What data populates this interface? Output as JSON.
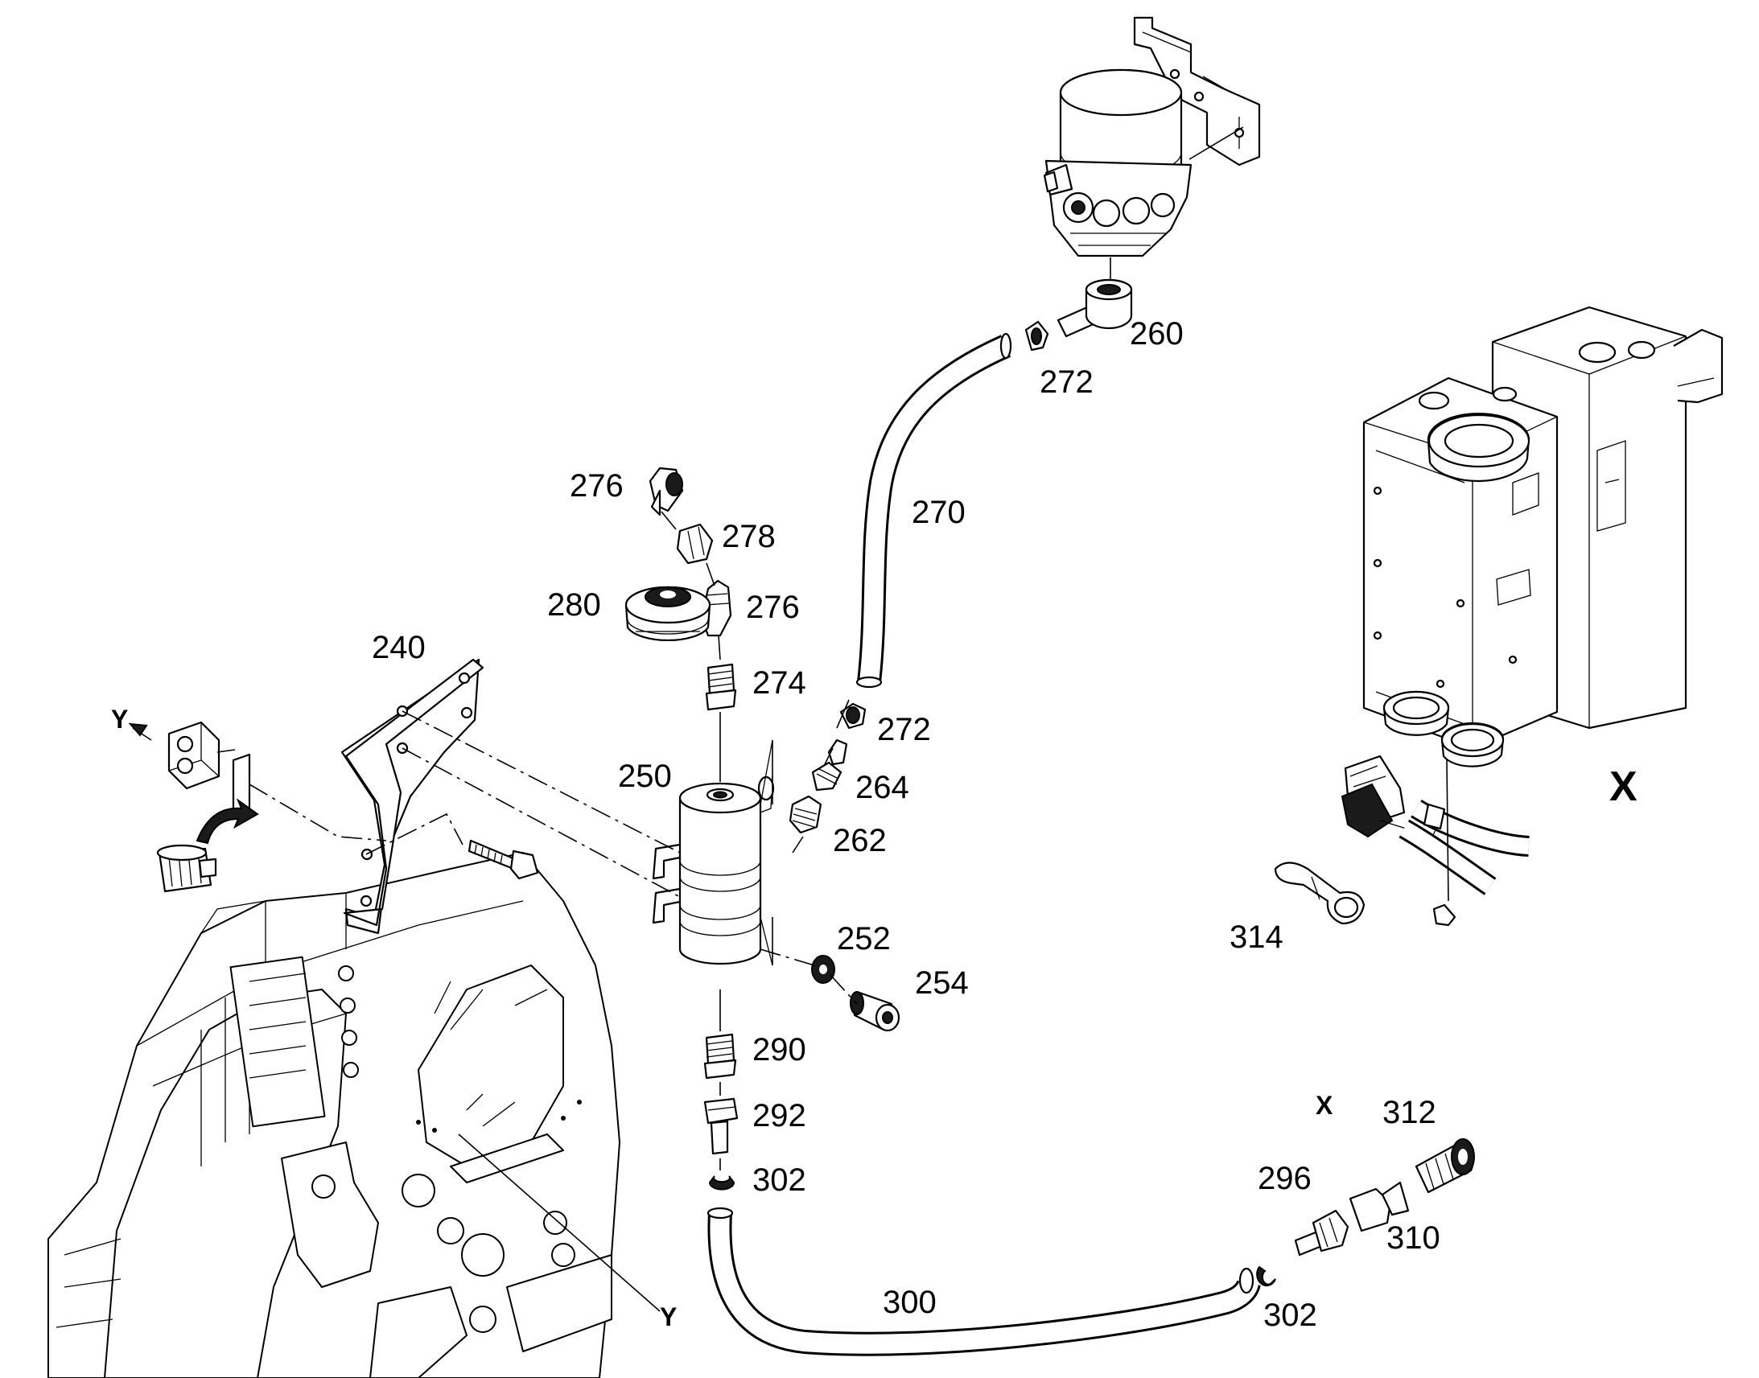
{
  "callouts": {
    "c240": "240",
    "c250": "250",
    "c252": "252",
    "c254": "254",
    "c260": "260",
    "c262": "262",
    "c264": "264",
    "c270": "270",
    "c272_top": "272",
    "c272_mid": "272",
    "c274": "274",
    "c276_top": "276",
    "c276_mid": "276",
    "c278": "278",
    "c280": "280",
    "c290": "290",
    "c292": "292",
    "c296": "296",
    "c300": "300",
    "c302_left": "302",
    "c302_right": "302",
    "c310": "310",
    "c312": "312",
    "c314": "314"
  },
  "views": {
    "x_large": "X",
    "x_small": "X",
    "y_arrow": "Y",
    "y_bottom": "Y"
  }
}
